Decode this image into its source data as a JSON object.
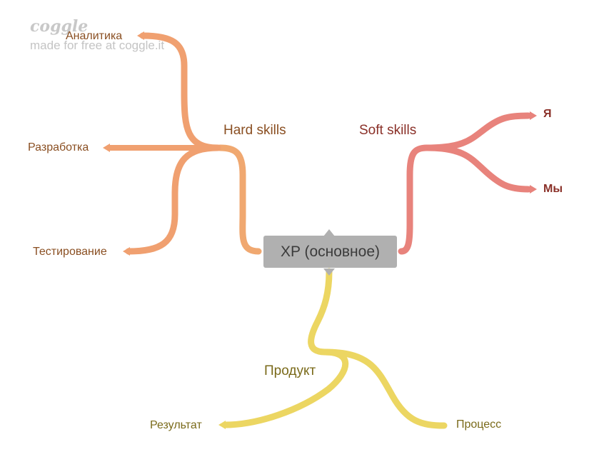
{
  "watermark": {
    "logo": "coggle",
    "text": "made for free at coggle.it"
  },
  "center": {
    "label": "XP (основное)"
  },
  "branches": {
    "hard": {
      "label": "Hard skills",
      "color": "#f0a070",
      "leaves": [
        "Аналитика",
        "Разработка",
        "Тестирование"
      ]
    },
    "soft": {
      "label": "Soft skills",
      "color": "#e8837c",
      "leaves": [
        "Я",
        "Мы"
      ]
    },
    "product": {
      "label": "Продукт",
      "color": "#ecd662",
      "leaves": [
        "Результат",
        "Процесс"
      ]
    }
  },
  "colors": {
    "hard_text": "#8a4f22",
    "soft_text": "#8a3028",
    "product_text": "#7a6a1a",
    "center_box": "#b0b0b0"
  }
}
